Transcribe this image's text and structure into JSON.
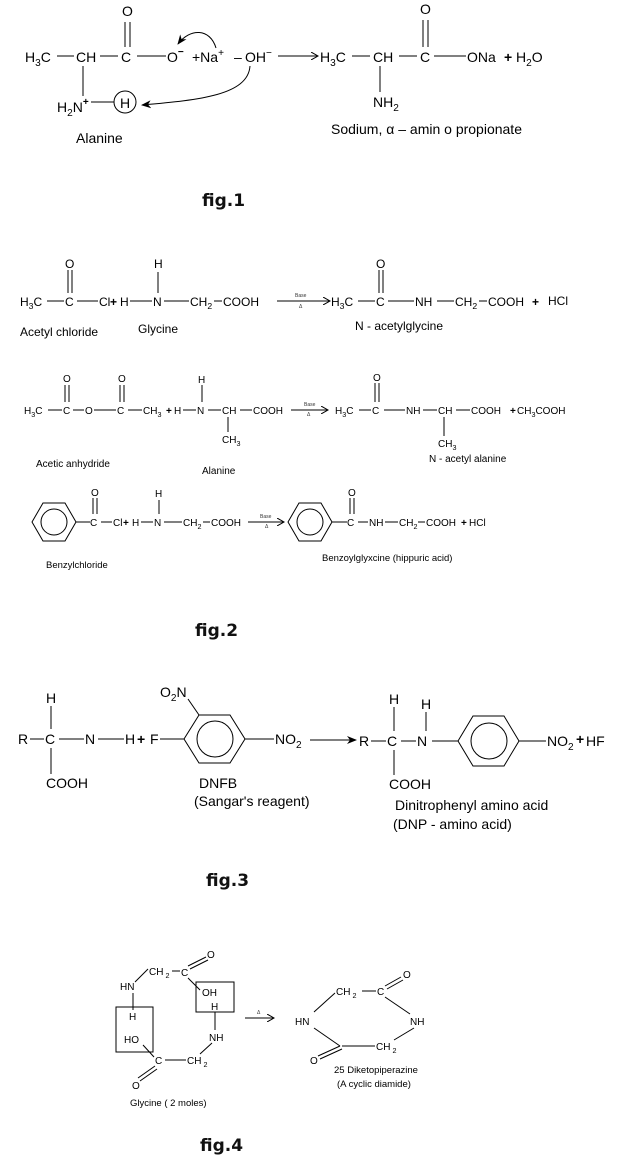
{
  "figures": [
    {
      "label": "fig.1",
      "reactant": {
        "h3c": "H",
        "h3c_sub": "3",
        "h3c_c": "C",
        "ch": "CH",
        "c": "C",
        "o_top": "O",
        "o_minus": "O",
        "o_minus_charge": "−",
        "na": "+Na",
        "na_charge": "+",
        "dash": "–",
        "oh": "OH",
        "oh_charge": "−",
        "h2n": "H",
        "h2n_sub": "2",
        "h2n_n": "N",
        "n_charge": "+",
        "h_circled": "H",
        "name": "Alanine"
      },
      "product": {
        "h3c": "H",
        "h3c_sub": "3",
        "h3c_c": "C",
        "ch": "CH",
        "c": "C",
        "o_top": "O",
        "ona": "ONa",
        "plus": "+",
        "h2o": "H",
        "h2o_sub": "2",
        "h2o_o": "O",
        "nh2": "NH",
        "nh2_sub": "2",
        "name": "Sodium, α – amin o propionate"
      }
    },
    {
      "label": "fig.2",
      "reactions": [
        {
          "reactant1_name": "Acetyl chloride",
          "reactant2_name": "Glycine",
          "product_name": "N - acetylglycine",
          "condition_top": "Base",
          "condition_bottom": "Δ",
          "left": {
            "h3c": "H",
            "h3c_sub": "3",
            "h3c_c": "C",
            "c": "C",
            "o": "O",
            "cl": "Cl",
            "plus": "+",
            "h": "H",
            "n": "N",
            "nh_top": "H",
            "ch2": "CH",
            "ch2_sub": "2",
            "cooh": "COOH"
          },
          "right": {
            "h3c": "H",
            "h3c_sub": "3",
            "h3c_c": "C",
            "c": "C",
            "o": "O",
            "nh": "NH",
            "ch2": "CH",
            "ch2_sub": "2",
            "cooh": "COOH",
            "plus": "+",
            "hcl": "HCl"
          }
        },
        {
          "reactant1_name": "Acetic anhydride",
          "reactant2_name": "Alanine",
          "product_name": "N - acetyl alanine",
          "condition_top": "Base",
          "condition_bottom": "Δ",
          "left": {
            "h3c": "H",
            "h3c_sub": "3",
            "h3c_c": "C",
            "c1": "C",
            "o_bridge": "O",
            "c2": "C",
            "o1": "O",
            "o2": "O",
            "ch3": "CH",
            "ch3_sub": "3",
            "plus": "+",
            "h": "H",
            "n": "N",
            "nh_top": "H",
            "ch": "CH",
            "cooh": "COOH",
            "ch3_down": "CH",
            "ch3_down_sub": "3"
          },
          "right": {
            "h3c": "H",
            "h3c_sub": "3",
            "h3c_c": "C",
            "c": "C",
            "o": "O",
            "nh": "NH",
            "ch": "CH",
            "cooh": "COOH",
            "plus": "+",
            "ch3cooh": "CH",
            "ch3cooh_sub": "3",
            "ch3cooh_tail": "COOH",
            "ch3_down": "CH",
            "ch3_down_sub": "3"
          }
        },
        {
          "reactant1_name": "Benzylchloride",
          "product_name": "Benzoylglyxcine (hippuric acid)",
          "condition_top": "Base",
          "condition_bottom": "Δ",
          "left": {
            "c": "C",
            "o": "O",
            "cl": "Cl",
            "plus": "+",
            "h": "H",
            "n": "N",
            "nh_top": "H",
            "ch2": "CH",
            "ch2_sub": "2",
            "cooh": "COOH"
          },
          "right": {
            "c": "C",
            "o": "O",
            "nh": "NH",
            "ch2": "CH",
            "ch2_sub": "2",
            "cooh": "COOH",
            "plus": "+",
            "hcl": "HCl"
          }
        }
      ]
    },
    {
      "label": "fig.3",
      "reactant": {
        "r": "R",
        "c": "C",
        "h_top": "H",
        "n": "N",
        "h": "H",
        "cooh": "COOH",
        "plus": "+",
        "f": "F",
        "o2n": "O",
        "o2n_sub": "2",
        "o2n_n": "N",
        "no2": "NO",
        "no2_sub": "2",
        "name1": "DNFB",
        "name2": "(Sangar's  reagent)"
      },
      "product": {
        "r": "R",
        "c": "C",
        "h_top": "H",
        "n": "N",
        "nh_top": "H",
        "cooh": "COOH",
        "no2": "NO",
        "no2_sub": "2",
        "plus": "+",
        "hf": "HF",
        "name1": "Dinitrophenyl amino acid",
        "name2": "(DNP - amino acid)"
      }
    },
    {
      "label": "fig.4",
      "reactant": {
        "hn": "HN",
        "ch2_top": "CH",
        "ch2_top_sub": "2",
        "c_top": "C",
        "o_top": "O",
        "oh": "OH",
        "h_right": "H",
        "nh": "NH",
        "h_left": "H",
        "ho": "HO",
        "c_bottom": "C",
        "ch2_bottom": "CH",
        "ch2_bottom_sub": "2",
        "o_bottom": "O",
        "name": "Glycine (  2 moles)"
      },
      "arrow_label": "Δ",
      "product": {
        "ch2_top": "CH",
        "ch2_top_sub": "2",
        "c_top": "C",
        "o_top": "O",
        "hn": "HN",
        "nh": "NH",
        "ch2_bottom": "CH",
        "ch2_bottom_sub": "2",
        "o_bottom": "O",
        "name1": "25 Diketopiperazine",
        "name2": "(A cyclic diamide)"
      }
    }
  ]
}
